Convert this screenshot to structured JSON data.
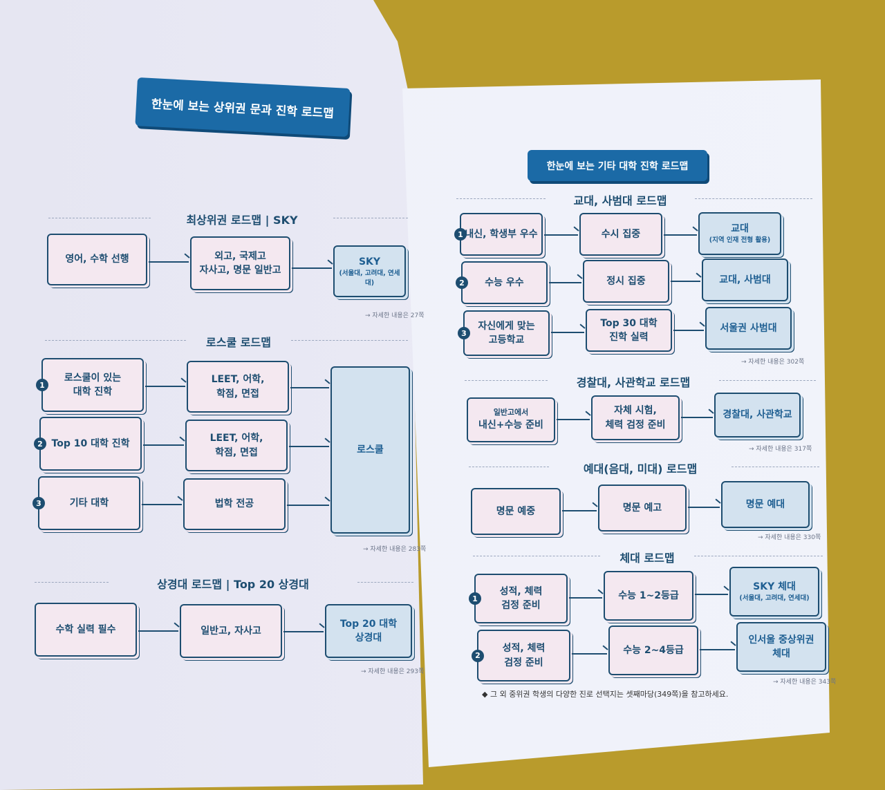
{
  "left": {
    "badge": "한눈에 보는 상위권 문과 진학 로드맵",
    "sections": [
      {
        "heading": "최상위권 로드맵 | SKY",
        "rows": [
          [
            [
              "영어, 수학 선행"
            ],
            [
              "외고, 국제고",
              "자사고, 명문 일반고"
            ],
            [
              "SKY",
              "(서울대, 고려대, 연세대)"
            ]
          ]
        ],
        "ref": "→ 자세한 내용은 27쪽"
      },
      {
        "heading": "로스쿨 로드맵",
        "rows": [
          [
            [
              "로스쿨이 있는",
              "대학 진학"
            ],
            [
              "LEET, 어학,",
              "학점, 면접"
            ]
          ],
          [
            [
              "Top 10 대학 진학"
            ],
            [
              "LEET, 어학,",
              "학점, 면접"
            ]
          ],
          [
            [
              "기타 대학"
            ],
            [
              "법학 전공"
            ]
          ]
        ],
        "shared_final": "로스쿨",
        "ref": "→ 자세한 내용은 283쪽"
      },
      {
        "heading": "상경대 로드맵 | Top 20 상경대",
        "rows": [
          [
            [
              "수학 실력 필수"
            ],
            [
              "일반고, 자사고"
            ],
            [
              "Top 20 대학",
              "상경대"
            ]
          ]
        ],
        "ref": "→ 자세한 내용은 293쪽"
      }
    ]
  },
  "right": {
    "badge": "한눈에 보는 기타 대학 진학 로드맵",
    "sections": [
      {
        "heading": "교대, 사범대 로드맵",
        "rows": [
          [
            [
              "내신, 학생부 우수"
            ],
            [
              "수시 집중"
            ],
            [
              "교대",
              "(지역 인재 전형 활용)"
            ]
          ],
          [
            [
              "수능 우수"
            ],
            [
              "정시 집중"
            ],
            [
              "교대, 사범대"
            ]
          ],
          [
            [
              "자신에게 맞는",
              "고등학교"
            ],
            [
              "Top 30 대학",
              "진학 실력"
            ],
            [
              "서울권 사범대"
            ]
          ]
        ],
        "ref": "→ 자세한 내용은 302쪽"
      },
      {
        "heading": "경찰대, 사관학교 로드맵",
        "rows": [
          [
            [
              "일반고에서",
              "내신+수능 준비"
            ],
            [
              "자체 시험,",
              "체력 검정 준비"
            ],
            [
              "경찰대, 사관학교"
            ]
          ]
        ],
        "ref": "→ 자세한 내용은 317쪽"
      },
      {
        "heading": "예대(음대, 미대) 로드맵",
        "rows": [
          [
            [
              "명문 예중"
            ],
            [
              "명문 예고"
            ],
            [
              "명문 예대"
            ]
          ]
        ],
        "ref": "→ 자세한 내용은 330쪽"
      },
      {
        "heading": "체대 로드맵",
        "rows": [
          [
            [
              "성적, 체력",
              "검정 준비"
            ],
            [
              "수능 1~2등급"
            ],
            [
              "SKY 체대",
              "(서울대, 고려대, 연세대)"
            ]
          ],
          [
            [
              "성적, 체력",
              "검정 준비"
            ],
            [
              "수능 2~4등급"
            ],
            [
              "인서울 중상위권",
              "체대"
            ]
          ]
        ],
        "ref": "→ 자세한 내용은 343쪽"
      }
    ],
    "footnote": "◆ 그 외 중위권 학생의 다양한 진로 선택지는 셋째마당(349쪽)을 참고하세요."
  },
  "colors": {
    "accent": "#1b6aa6",
    "ink": "#1d4d70",
    "box_fill": "#f4e8f0",
    "final_fill": "#d3e2ef",
    "background": "#b99b2c"
  }
}
